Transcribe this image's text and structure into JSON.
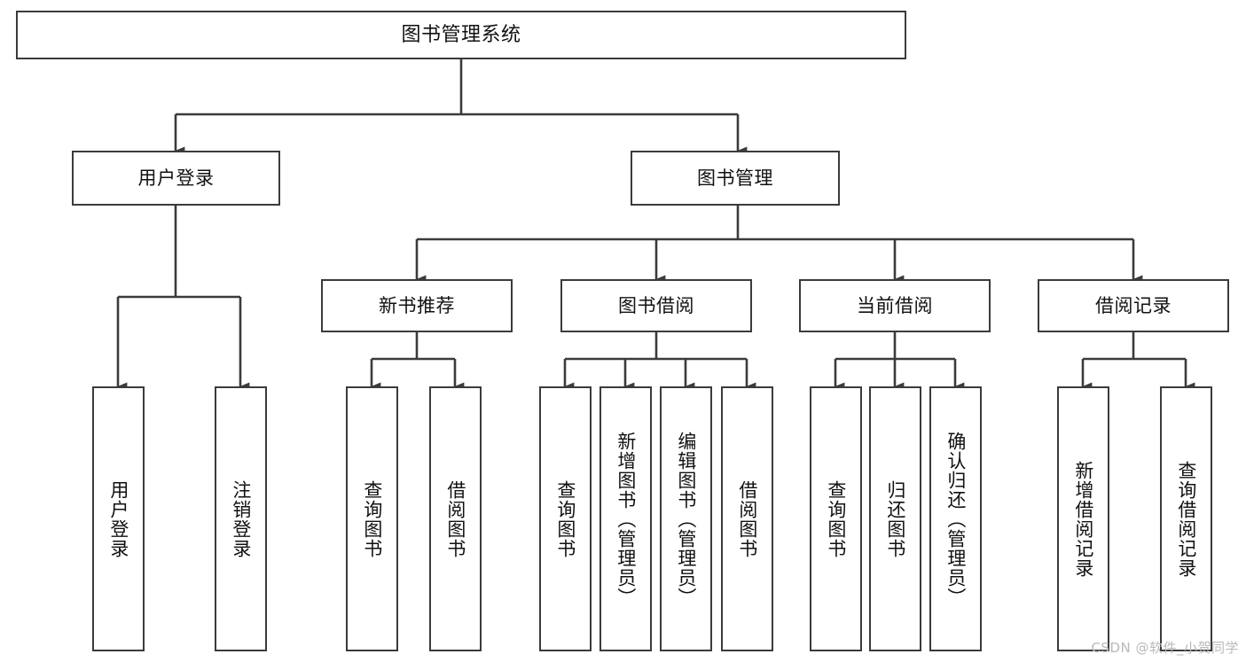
{
  "diagram": {
    "title": "图书管理系统",
    "type": "tree-structure-chart",
    "root": {
      "id": "root",
      "label": "图书管理系统",
      "shape": "rect-wide"
    },
    "level2": [
      {
        "id": "user-login",
        "label": "用户登录",
        "shape": "rect-wide"
      },
      {
        "id": "book-management",
        "label": "图书管理",
        "shape": "rect-wide"
      }
    ],
    "level3": [
      {
        "id": "new-book-recommend",
        "label": "新书推荐",
        "shape": "rect-wide",
        "parent": "book-management"
      },
      {
        "id": "book-borrow",
        "label": "图书借阅",
        "shape": "rect-wide",
        "parent": "book-management"
      },
      {
        "id": "current-borrow",
        "label": "当前借阅",
        "shape": "rect-wide",
        "parent": "book-management"
      },
      {
        "id": "borrow-record",
        "label": "借阅记录",
        "shape": "rect-wide",
        "parent": "book-management"
      }
    ],
    "leaves": [
      {
        "id": "leaf-user-login",
        "label": "用户登录",
        "shape": "rect-tall",
        "parent": "user-login"
      },
      {
        "id": "leaf-logout-login",
        "label": "注销登录",
        "shape": "rect-tall",
        "parent": "user-login"
      },
      {
        "id": "leaf-query-book-1",
        "label": "查询图书",
        "shape": "rect-tall",
        "parent": "new-book-recommend"
      },
      {
        "id": "leaf-borrow-book-1",
        "label": "借阅图书",
        "shape": "rect-tall",
        "parent": "new-book-recommend"
      },
      {
        "id": "leaf-query-book-2",
        "label": "查询图书",
        "shape": "rect-tall",
        "parent": "book-borrow"
      },
      {
        "id": "leaf-add-book",
        "label": "新增图书（管理员）",
        "shape": "rect-tall",
        "parent": "book-borrow"
      },
      {
        "id": "leaf-edit-book",
        "label": "编辑图书（管理员）",
        "shape": "rect-tall",
        "parent": "book-borrow"
      },
      {
        "id": "leaf-borrow-book-2",
        "label": "借阅图书",
        "shape": "rect-tall",
        "parent": "book-borrow"
      },
      {
        "id": "leaf-query-book-3",
        "label": "查询图书",
        "shape": "rect-tall",
        "parent": "current-borrow"
      },
      {
        "id": "leaf-return-book",
        "label": "归还图书",
        "shape": "rect-tall",
        "parent": "current-borrow"
      },
      {
        "id": "leaf-confirm-return",
        "label": "确认归还（管理员）",
        "shape": "rect-tall",
        "parent": "current-borrow"
      },
      {
        "id": "leaf-add-borrow-record",
        "label": "新增借阅记录",
        "shape": "rect-tall",
        "parent": "borrow-record"
      },
      {
        "id": "leaf-query-borrow-record",
        "label": "查询借阅记录",
        "shape": "rect-tall",
        "parent": "borrow-record"
      }
    ],
    "colors": {
      "node_border": "#3b3b3b",
      "node_fill": "#ffffff",
      "edge": "#3b3b3b",
      "text": "#111111",
      "watermark": "#b9b9b9",
      "background": "#ffffff"
    }
  },
  "watermark": {
    "text": "CSDN @软件_小贺同学"
  }
}
